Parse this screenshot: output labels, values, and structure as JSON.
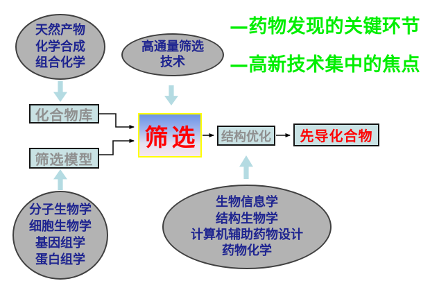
{
  "annotations": {
    "line1": "—药物发现的关键环节",
    "line2": "—高新技术集中的焦点"
  },
  "ellipses": {
    "sources": {
      "lines": [
        "天然产物",
        "化学合成",
        "组合化学"
      ]
    },
    "hts": {
      "lines": [
        "高通量筛选",
        "技术"
      ]
    },
    "bio_left": {
      "lines": [
        "分子生物学",
        "细胞生物学",
        "基因组学",
        "蛋白组学"
      ]
    },
    "bio_mid": {
      "lines": [
        "生物信息学",
        "结构生物学",
        "计算机辅助药物设计",
        "药物化学"
      ]
    }
  },
  "boxes": {
    "compound_library": "化合物库",
    "screening_model": "筛选模型",
    "screening": "筛选",
    "structure_optimization": "结构优化",
    "lead_compound": "先导化合物"
  },
  "colors": {
    "annotation_green": "#00ee00",
    "screening_text_red": "#ff0000",
    "lead_text_red": "#ff0000",
    "ellipse_fill": "#b3b3b3",
    "ellipse_border": "#404040",
    "ellipse_text_navy": "#1e2490",
    "box_fill_cyan": "#c9e2e4",
    "box_text_gray": "#8f8f8f",
    "block_arrow_cyan": "#b4dbe2",
    "screening_border_yellow": "#ffff00",
    "screening_gradient_top": "#6a93e6",
    "screening_gradient_bottom": "#f7e7ee"
  }
}
